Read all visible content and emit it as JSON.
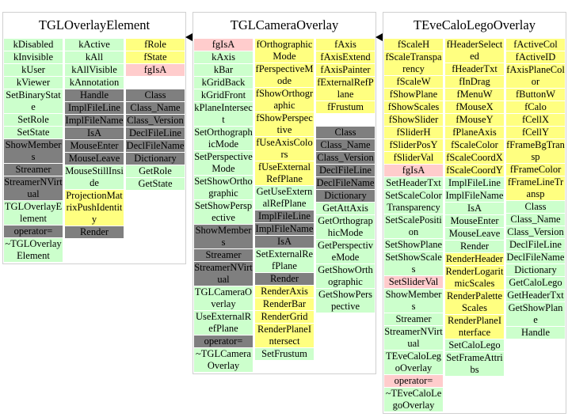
{
  "classes": [
    {
      "name": "TGLOverlayElement",
      "columns": [
        [
          [
            "kDisabled",
            "g"
          ],
          [
            "kInvisible",
            "g"
          ],
          [
            "kUser",
            "g"
          ],
          [
            "kViewer",
            "g"
          ],
          [
            "SetBinaryState",
            "g"
          ],
          [
            "SetRole",
            "g"
          ],
          [
            "SetState",
            "g"
          ],
          [
            "ShowMembers",
            "d"
          ],
          [
            "Streamer",
            "d"
          ],
          [
            "StreamerNVirtual",
            "d"
          ],
          [
            "TGLOverlayElement",
            "g"
          ],
          [
            "operator=",
            "d"
          ],
          [
            "~TGLOverlayElement",
            "g"
          ]
        ],
        [
          [
            "kActive",
            "g"
          ],
          [
            "kAll",
            "g"
          ],
          [
            "kAllVisible",
            "g"
          ],
          [
            "kAnnotation",
            "g"
          ],
          [
            "Handle",
            "d"
          ],
          [
            "ImplFileLine",
            "d"
          ],
          [
            "ImplFileName",
            "d"
          ],
          [
            "IsA",
            "d"
          ],
          [
            "MouseEnter",
            "d"
          ],
          [
            "MouseLeave",
            "d"
          ],
          [
            "MouseStillInside",
            "g"
          ],
          [
            "ProjectionMatrixPushIdentity",
            "y"
          ],
          [
            "Render",
            "d"
          ]
        ],
        [
          [
            "fRole",
            "y"
          ],
          [
            "fState",
            "y"
          ],
          [
            "fgIsA",
            "p"
          ],
          [
            "",
            "w"
          ],
          [
            "Class",
            "d"
          ],
          [
            "Class_Name",
            "d"
          ],
          [
            "Class_Version",
            "d"
          ],
          [
            "DeclFileLine",
            "d"
          ],
          [
            "DeclFileName",
            "d"
          ],
          [
            "Dictionary",
            "d"
          ],
          [
            "GetRole",
            "g"
          ],
          [
            "GetState",
            "g"
          ]
        ]
      ]
    },
    {
      "name": "TGLCameraOverlay",
      "columns": [
        [
          [
            "fgIsA",
            "p"
          ],
          [
            "kAxis",
            "g"
          ],
          [
            "kBar",
            "g"
          ],
          [
            "kGridBack",
            "g"
          ],
          [
            "kGridFront",
            "g"
          ],
          [
            "kPlaneIntersect",
            "g"
          ],
          [
            "SetOrthographicMode",
            "g"
          ],
          [
            "SetPerspectiveMode",
            "g"
          ],
          [
            "SetShowOrthographic",
            "g"
          ],
          [
            "SetShowPerspective",
            "g"
          ],
          [
            "ShowMembers",
            "d"
          ],
          [
            "Streamer",
            "d"
          ],
          [
            "StreamerNVirtual",
            "d"
          ],
          [
            "TGLCameraOverlay",
            "g"
          ],
          [
            "UseExternalRefPlane",
            "g"
          ],
          [
            "operator=",
            "d"
          ],
          [
            "~TGLCameraOverlay",
            "g"
          ]
        ],
        [
          [
            "fOrthographicMode",
            "y"
          ],
          [
            "fPerspectiveMode",
            "y"
          ],
          [
            "fShowOrthographic",
            "y"
          ],
          [
            "fShowPerspective",
            "y"
          ],
          [
            "fUseAxisColors",
            "y"
          ],
          [
            "fUseExternalRefPlane",
            "y"
          ],
          [
            "GetUseExternalRefPlane",
            "g"
          ],
          [
            "ImplFileLine",
            "d"
          ],
          [
            "ImplFileName",
            "d"
          ],
          [
            "IsA",
            "d"
          ],
          [
            "SetExternalRefPlane",
            "g"
          ],
          [
            "Render",
            "d"
          ],
          [
            "RenderAxis",
            "y"
          ],
          [
            "RenderBar",
            "y"
          ],
          [
            "RenderGrid",
            "y"
          ],
          [
            "RenderPlaneIntersect",
            "y"
          ],
          [
            "SetFrustum",
            "g"
          ]
        ],
        [
          [
            "fAxis",
            "y"
          ],
          [
            "fAxisExtend",
            "y"
          ],
          [
            "fAxisPainter",
            "y"
          ],
          [
            "fExternalRefPlane",
            "y"
          ],
          [
            "fFrustum",
            "y"
          ],
          [
            "",
            "w"
          ],
          [
            "Class",
            "d"
          ],
          [
            "Class_Name",
            "d"
          ],
          [
            "Class_Version",
            "d"
          ],
          [
            "DeclFileLine",
            "d"
          ],
          [
            "DeclFileName",
            "d"
          ],
          [
            "Dictionary",
            "d"
          ],
          [
            "GetAttAxis",
            "g"
          ],
          [
            "GetOrthographicMode",
            "g"
          ],
          [
            "GetPerspectiveMode",
            "g"
          ],
          [
            "GetShowOrthographic",
            "g"
          ],
          [
            "GetShowPerspective",
            "g"
          ]
        ]
      ]
    },
    {
      "name": "TEveCaloLegoOverlay",
      "columns": [
        [
          [
            "fScaleH",
            "y"
          ],
          [
            "fScaleTransparency",
            "y"
          ],
          [
            "fScaleW",
            "y"
          ],
          [
            "fShowPlane",
            "y"
          ],
          [
            "fShowScales",
            "y"
          ],
          [
            "fShowSlider",
            "y"
          ],
          [
            "fSliderH",
            "y"
          ],
          [
            "fSliderPosY",
            "y"
          ],
          [
            "fSliderVal",
            "y"
          ],
          [
            "fgIsA",
            "p"
          ],
          [
            "SetHeaderTxt",
            "g"
          ],
          [
            "SetScaleColorTransparency",
            "g"
          ],
          [
            "SetScalePosition",
            "g"
          ],
          [
            "SetShowPlane",
            "g"
          ],
          [
            "SetShowScales",
            "g"
          ],
          [
            "SetSliderVal",
            "p"
          ],
          [
            "ShowMembers",
            "g"
          ],
          [
            "Streamer",
            "g"
          ],
          [
            "StreamerNVirtual",
            "g"
          ],
          [
            "TEveCaloLegoOverlay",
            "g"
          ],
          [
            "operator=",
            "p"
          ],
          [
            "~TEveCaloLegoOverlay",
            "g"
          ]
        ],
        [
          [
            "fHeaderSelected",
            "y"
          ],
          [
            "fHeaderTxt",
            "y"
          ],
          [
            "fInDrag",
            "y"
          ],
          [
            "fMenuW",
            "y"
          ],
          [
            "fMouseX",
            "y"
          ],
          [
            "fMouseY",
            "y"
          ],
          [
            "fPlaneAxis",
            "y"
          ],
          [
            "fScaleColor",
            "y"
          ],
          [
            "fScaleCoordX",
            "y"
          ],
          [
            "fScaleCoordY",
            "y"
          ],
          [
            "ImplFileLine",
            "g"
          ],
          [
            "ImplFileName",
            "g"
          ],
          [
            "IsA",
            "g"
          ],
          [
            "MouseEnter",
            "g"
          ],
          [
            "MouseLeave",
            "g"
          ],
          [
            "Render",
            "g"
          ],
          [
            "RenderHeader",
            "y"
          ],
          [
            "RenderLogaritmicScales",
            "y"
          ],
          [
            "RenderPaletteScales",
            "y"
          ],
          [
            "RenderPlaneInterface",
            "y"
          ],
          [
            "SetCaloLego",
            "g"
          ],
          [
            "SetFrameAttribs",
            "g"
          ]
        ],
        [
          [
            "fActiveCol",
            "y"
          ],
          [
            "fActiveID",
            "y"
          ],
          [
            "fAxisPlaneColor",
            "y"
          ],
          [
            "fButtonW",
            "y"
          ],
          [
            "fCalo",
            "y"
          ],
          [
            "fCellX",
            "y"
          ],
          [
            "fCellY",
            "y"
          ],
          [
            "fFrameBgTransp",
            "y"
          ],
          [
            "fFrameColor",
            "y"
          ],
          [
            "fFrameLineTransp",
            "y"
          ],
          [
            "Class",
            "g"
          ],
          [
            "Class_Name",
            "g"
          ],
          [
            "Class_Version",
            "g"
          ],
          [
            "DeclFileLine",
            "g"
          ],
          [
            "DeclFileName",
            "g"
          ],
          [
            "Dictionary",
            "g"
          ],
          [
            "GetCaloLego",
            "g"
          ],
          [
            "GetHeaderTxt",
            "g"
          ],
          [
            "GetShowPlane",
            "g"
          ],
          [
            "Handle",
            "g"
          ]
        ]
      ]
    }
  ],
  "colors": {
    "g": "#ccffcc",
    "y": "#ffff80",
    "p": "#ffcccc",
    "d": "#7f7f7f"
  }
}
